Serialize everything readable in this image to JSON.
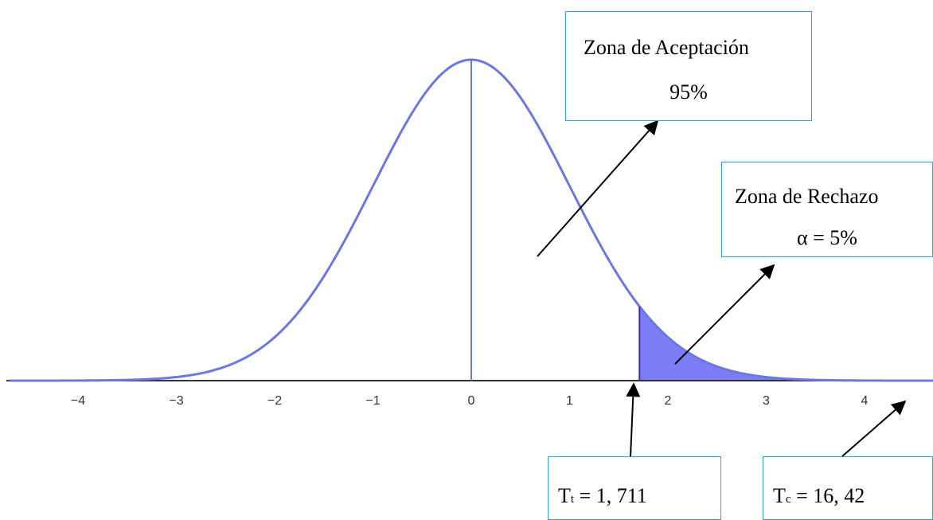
{
  "chart_data": {
    "type": "area",
    "distribution": "normal",
    "mean": 0,
    "sd": 1,
    "xlim": [
      -4.7,
      4.7
    ],
    "x_ticks": [
      "−4",
      "−3",
      "−2",
      "−1",
      "0",
      "1",
      "2",
      "3",
      "4"
    ],
    "x_tick_values": [
      -4,
      -3,
      -2,
      -1,
      0,
      1,
      2,
      3,
      4
    ],
    "critical_value": 1.711,
    "shaded_region": [
      1.711,
      4.7
    ],
    "center_line_x": 0,
    "grid": false,
    "colors": {
      "curve": "#6b78e3",
      "fill": "#7b7ef6",
      "fill_edge": "#2f2fb5",
      "axis": "#333333",
      "box_border": "#2aa3d8",
      "arrow": "#000000"
    },
    "annotations": {
      "acceptance": {
        "line1": "Zona de Aceptación",
        "line2": "95%"
      },
      "rejection": {
        "line1": "Zona de Rechazo",
        "line2": "α = 5%"
      },
      "t_table": {
        "symbol": "T",
        "subscript": "t",
        "value_text": "= 1, 711"
      },
      "t_calc": {
        "symbol": "T",
        "subscript": "c",
        "value_text": "= 16, 42"
      }
    }
  }
}
